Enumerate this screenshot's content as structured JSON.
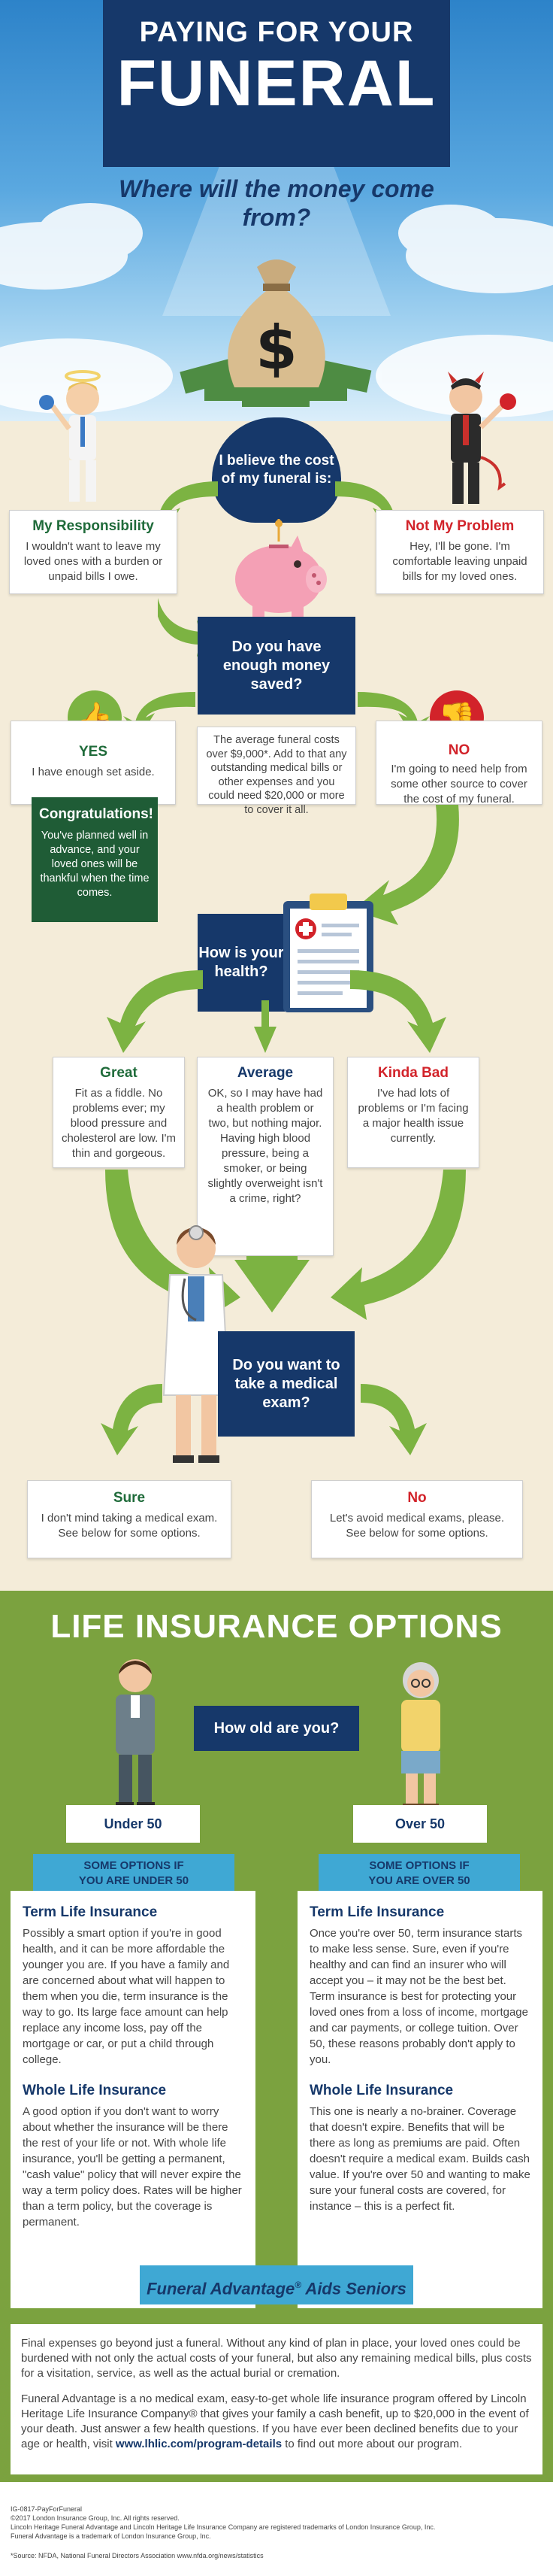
{
  "header": {
    "line1": "PAYING FOR YOUR",
    "line2": "FUNERAL",
    "subtitle": "Where will the money come from?"
  },
  "belief": {
    "question": "I believe the cost of my funeral is:",
    "left": {
      "title": "My Responsibility",
      "text": "I wouldn't want to leave my loved ones with a burden or unpaid bills I owe."
    },
    "right": {
      "title": "Not My Problem",
      "text": "Hey, I'll be gone. I'm comfortable leaving unpaid bills for my loved ones."
    }
  },
  "savings": {
    "question": "Do you have enough money saved?",
    "yes": {
      "title": "YES",
      "text": "I have enough set aside."
    },
    "middle": "The average funeral costs over $9,000*. Add to that any outstanding medical bills or other expenses and you could need $20,000 or more to cover it all.",
    "no": {
      "title": "NO",
      "text": "I'm going to need help from some other source to cover the cost of my funeral."
    },
    "congrats": {
      "title": "Congratulations!",
      "text": "You've planned well in advance, and your loved ones will be thankful when the time comes."
    }
  },
  "health": {
    "question": "How is your health?",
    "great": {
      "title": "Great",
      "text": "Fit as a fiddle. No problems ever; my blood pressure and cholesterol are low. I'm thin and gorgeous."
    },
    "average": {
      "title": "Average",
      "text": "OK, so I may have had a health problem or two, but nothing major. Having high blood pressure, being a smoker, or being slightly overweight isn't a crime, right?"
    },
    "bad": {
      "title": "Kinda Bad",
      "text": "I've had lots of problems or I'm facing a major health issue currently."
    }
  },
  "exam": {
    "question": "Do you want to take a medical exam?",
    "sure": {
      "title": "Sure",
      "text": "I don't mind taking a medical exam. See below for some options."
    },
    "no": {
      "title": "No",
      "text": "Let's avoid medical exams, please. See below for some options."
    }
  },
  "life": {
    "title": "LIFE INSURANCE OPTIONS",
    "age_question": "How old are you?",
    "under": {
      "label": "Under 50",
      "band": "SOME OPTIONS IF YOU ARE UNDER 50",
      "term_title": "Term Life Insurance",
      "term_text": "Possibly a smart option if you're in good health, and it can be more affordable the younger you are. If you have a family and are concerned about what will happen to them when you die, term insurance is the way to go. Its large face amount can help replace any income loss, pay off the mortgage or car, or put a child through college.",
      "whole_title": "Whole Life Insurance",
      "whole_text": "A good option if you don't want to worry about whether the insurance will be there the rest of your life or not. With whole life insurance, you'll be getting a permanent, \"cash value\" policy that will never expire the way a term policy does. Rates will be higher than a term policy, but the coverage is permanent."
    },
    "over": {
      "label": "Over 50",
      "band": "SOME OPTIONS IF YOU ARE OVER 50",
      "term_title": "Term Life Insurance",
      "term_text": "Once you're over 50, term insurance starts to make less sense. Sure, even if you're healthy and can find an insurer who will accept you – it may not be the best bet. Term insurance is best for protecting your loved ones from a loss of income, mortgage and car payments, or college tuition. Over 50, these reasons probably don't apply to you.",
      "whole_title": "Whole Life Insurance",
      "whole_text": "This one is nearly a no-brainer. Coverage that doesn't expire. Benefits that will be there as long as premiums are paid. Often doesn't require a medical exam. Builds cash value. If you're over 50 and wanting to make sure your funeral costs are covered, for instance – this is a perfect fit."
    }
  },
  "advantage": {
    "title": "Funeral Advantage",
    "title_tm": "®",
    "title_suffix": " Aids Seniors",
    "para1": "Final expenses go beyond just a funeral. Without any kind of plan in place, your loved ones could be burdened with not only the actual costs of your funeral, but also any remaining medical bills, plus costs for a visitation, service, as well as the actual burial or cremation.",
    "para2": "Funeral Advantage is a no medical exam, easy-to-get whole life insurance program offered by Lincoln Heritage Life Insurance Company® that gives your family a cash benefit, up to $20,000 in the event of your death. Just answer a few health questions. If you have ever been declined benefits due to your age or health, visit",
    "link": "www.lhlic.com/program-details",
    "para2_end": " to find out more about our program."
  },
  "footer": {
    "code": "IG-0817-PayForFuneral",
    "copyright": "©2017 London Insurance Group, Inc. All rights reserved.",
    "trademarks1": "Lincoln Heritage Funeral Advantage and Lincoln Heritage Life Insurance Company are registered trademarks of London Insurance Group, Inc.",
    "trademarks2": "Funeral Advantage is a trademark of London Insurance Group, Inc.",
    "source": "*Source: NFDA, National Funeral Directors Association www.nfda.org/news/statistics"
  },
  "colors": {
    "navy": "#16386a",
    "green": "#7cb342",
    "red": "#d2232a",
    "blue_band": "#3fa8d4",
    "sand": "#f4ecd9"
  }
}
